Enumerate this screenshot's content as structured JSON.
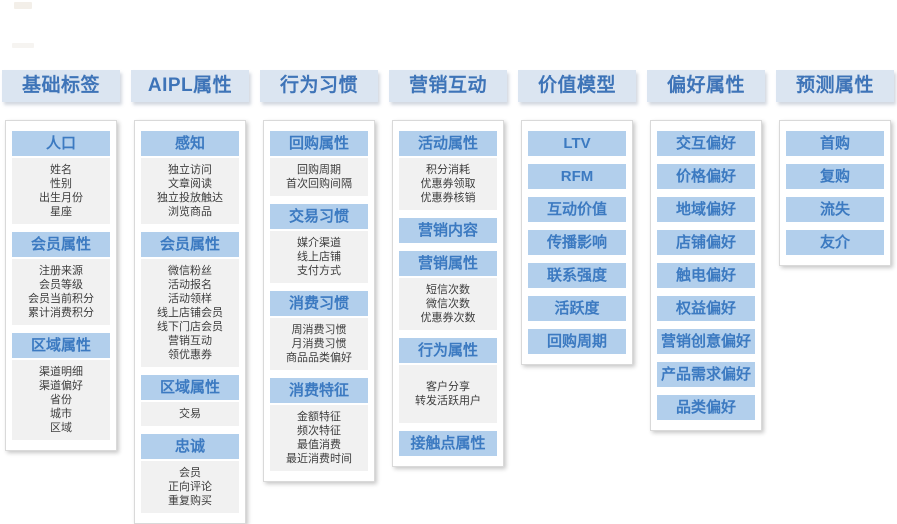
{
  "colors": {
    "column_header_bg": "#dbe5f1",
    "column_header_text": "#3e74b8",
    "section_header_bg": "#b2cfec",
    "section_header_text": "#3c7ac1",
    "item_list_bg": "#f1f1f1",
    "item_text": "#3d3d3d",
    "panel_border": "#d9d9d9"
  },
  "columns": [
    {
      "title": "基础标签",
      "sections": [
        {
          "header": "人口",
          "items": [
            "姓名",
            "性别",
            "出生月份",
            "星座"
          ]
        },
        {
          "header": "会员属性",
          "items": [
            "注册来源",
            "会员等级",
            "会员当前积分",
            "累计消费积分"
          ]
        },
        {
          "header": "区域属性",
          "items": [
            "渠道明细",
            "渠道偏好",
            "省份",
            "城市",
            "区域"
          ]
        }
      ]
    },
    {
      "title": "AIPL属性",
      "sections": [
        {
          "header": "感知",
          "items": [
            "独立访问",
            "文章阅读",
            "独立投放触达",
            "浏览商品"
          ]
        },
        {
          "header": "会员属性",
          "items": [
            "微信粉丝",
            "活动报名",
            "活动领样",
            "线上店铺会员",
            "线下门店会员",
            "营销互动",
            "领优惠券"
          ]
        },
        {
          "header": "区域属性",
          "items": [
            "交易"
          ]
        },
        {
          "header": "忠诚",
          "items": [
            "会员",
            "正向评论",
            "重复购买"
          ]
        }
      ]
    },
    {
      "title": "行为习惯",
      "sections": [
        {
          "header": "回购属性",
          "items": [
            "回购周期",
            "首次回购间隔"
          ]
        },
        {
          "header": "交易习惯",
          "items": [
            "媒介渠道",
            "线上店铺",
            "支付方式"
          ]
        },
        {
          "header": "消费习惯",
          "items": [
            "周消费习惯",
            "月消费习惯",
            "商品品类偏好"
          ]
        },
        {
          "header": "消费特征",
          "items": [
            "金额特征",
            "频次特征",
            "最值消费",
            "最近消费时间"
          ]
        }
      ]
    },
    {
      "title": "营销互动",
      "sections": [
        {
          "header": "活动属性",
          "items": [
            "积分消耗",
            "优惠券领取",
            "优惠券核销"
          ]
        },
        {
          "header": "营销内容",
          "items": []
        },
        {
          "header": "营销属性",
          "items": [
            "短信次数",
            "微信次数",
            "优惠券次数"
          ]
        },
        {
          "header": "行为属性",
          "items": [
            "客户分享",
            "转发活跃用户"
          ],
          "tall": true
        },
        {
          "header": "接触点属性",
          "items": []
        }
      ]
    },
    {
      "title": "价值模型",
      "sections": [
        {
          "header": "LTV",
          "items": []
        },
        {
          "header": "RFM",
          "items": []
        },
        {
          "header": "互动价值",
          "items": []
        },
        {
          "header": "传播影响",
          "items": []
        },
        {
          "header": "联系强度",
          "items": []
        },
        {
          "header": "活跃度",
          "items": []
        },
        {
          "header": "回购周期",
          "items": []
        }
      ]
    },
    {
      "title": "偏好属性",
      "sections": [
        {
          "header": "交互偏好",
          "items": []
        },
        {
          "header": "价格偏好",
          "items": []
        },
        {
          "header": "地域偏好",
          "items": []
        },
        {
          "header": "店铺偏好",
          "items": []
        },
        {
          "header": "触电偏好",
          "items": []
        },
        {
          "header": "权益偏好",
          "items": []
        },
        {
          "header": "营销创意偏好",
          "items": []
        },
        {
          "header": "产品需求偏好",
          "items": []
        },
        {
          "header": "品类偏好",
          "items": []
        }
      ]
    },
    {
      "title": "预测属性",
      "sections": [
        {
          "header": "首购",
          "items": []
        },
        {
          "header": "复购",
          "items": []
        },
        {
          "header": "流失",
          "items": []
        },
        {
          "header": "友介",
          "items": []
        }
      ]
    }
  ]
}
